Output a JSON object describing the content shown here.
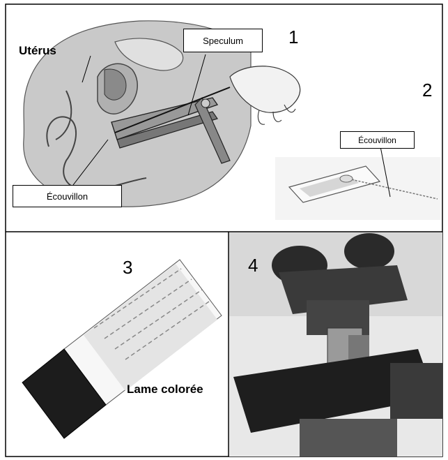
{
  "panels": [
    {
      "number": "1",
      "labels": {
        "speculum": "Speculum",
        "uterus": "Utérus",
        "swab": "Écouvillon"
      }
    },
    {
      "number": "2",
      "labels": {
        "swab": "Écouvillon"
      }
    },
    {
      "number": "3",
      "labels": {
        "stained_slide": "Lame colorée"
      }
    },
    {
      "number": "4"
    }
  ],
  "colors": {
    "border": "#000000",
    "background": "#ffffff"
  }
}
